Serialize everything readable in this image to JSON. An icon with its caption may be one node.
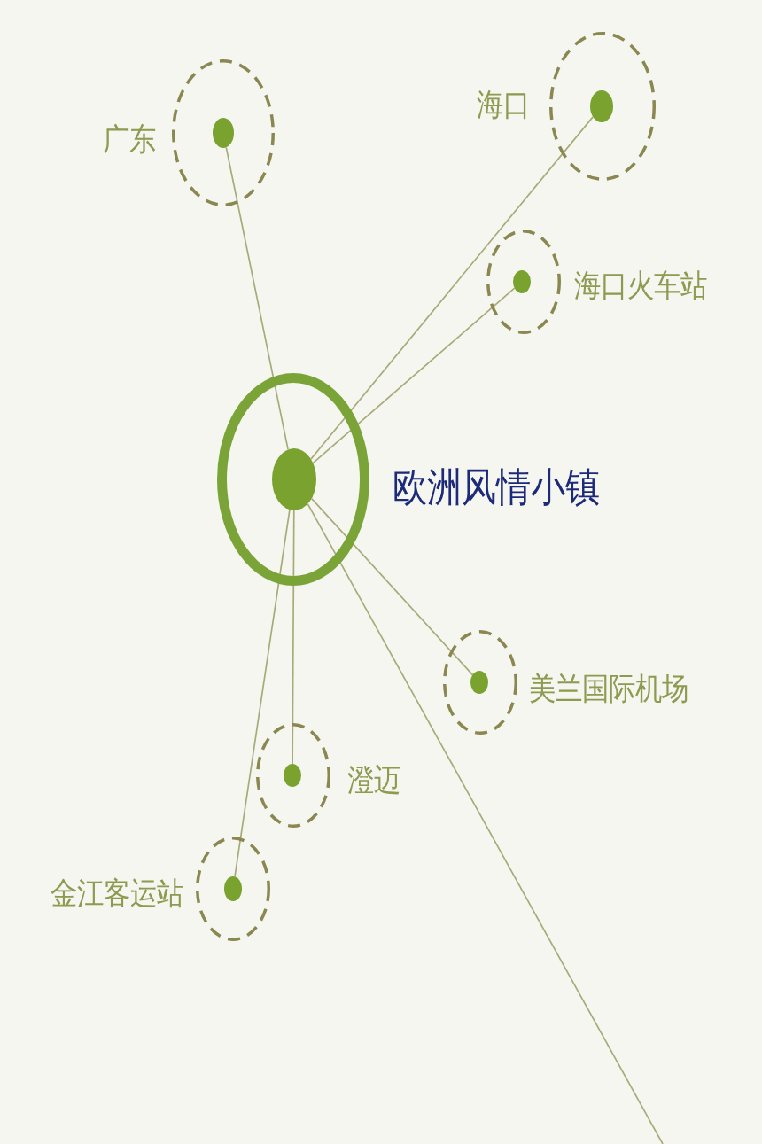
{
  "diagram": {
    "nodes": [
      {
        "text": [
          "广东"
        ]
      },
      {
        "text": [],
        "shape": "circle",
        "in": 0
      },
      {
        "text": [
          "海口"
        ]
      },
      {
        "text": [],
        "shape": "circle",
        "in": 2
      },
      {
        "text": [
          "海口火车站"
        ]
      },
      {
        "text": [],
        "shape": "circle",
        "in": 4
      },
      {
        "text": [
          "欧洲风情小镇"
        ]
      },
      {
        "text": [],
        "shape": "circle",
        "in": 6
      },
      {
        "text": [
          "美兰国际机场"
        ]
      },
      {
        "text": [],
        "shape": "circle",
        "in": 8
      },
      {
        "text": [
          "澄迈"
        ]
      },
      {
        "text": [],
        "shape": "circle",
        "in": 10
      },
      {
        "text": [
          "金江客运站"
        ]
      },
      {
        "text": [],
        "shape": "circle",
        "in": 12
      }
    ],
    "edges": [
      {
        "from": 7,
        "to": 1,
        "arrow": "none"
      },
      {
        "from": 7,
        "to": 3,
        "arrow": "none"
      },
      {
        "from": 7,
        "to": 5,
        "arrow": "none"
      },
      {
        "from": 7,
        "to": 9,
        "arrow": "none"
      },
      {
        "from": 7,
        "to": 11,
        "arrow": "none"
      },
      {
        "from": 7,
        "to": 13,
        "arrow": "none"
      },
      {
        "from": 7,
        "to": null,
        "arrow": "none"
      }
    ]
  }
}
